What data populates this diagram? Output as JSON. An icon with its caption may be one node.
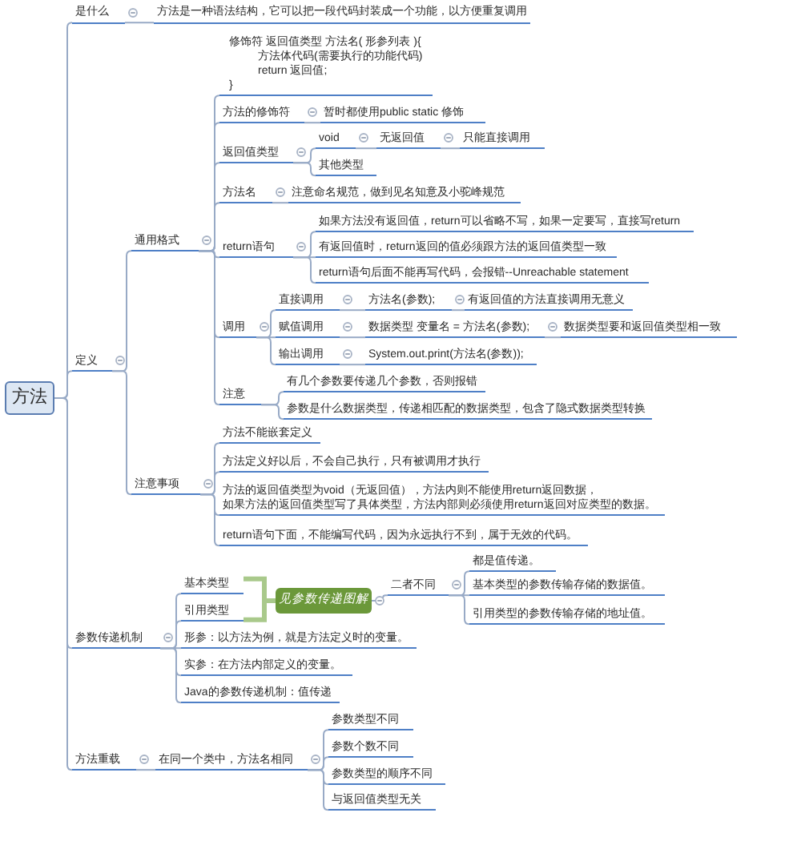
{
  "diagram": {
    "nodes": [
      {
        "text": [
          "方法"
        ]
      },
      {
        "text": [
          "是什么"
        ]
      },
      {
        "text": [
          "方法是一种语法结构，它可以把一段代码封装成一个功能，以方便重复调用"
        ]
      },
      {
        "text": [
          "定义"
        ]
      },
      {
        "text": [
          "通用格式"
        ]
      },
      {
        "text": [
          "修饰符 返回值类型 方法名( 形参列表 ){",
          "方法体代码(需要执行的功能代码)",
          "return 返回值;",
          "}"
        ]
      },
      {
        "text": [
          "方法的修饰符"
        ]
      },
      {
        "text": [
          "暂时都使用public static 修饰"
        ]
      },
      {
        "text": [
          "返回值类型"
        ]
      },
      {
        "text": [
          "void"
        ]
      },
      {
        "text": [
          "无返回值"
        ]
      },
      {
        "text": [
          "只能直接调用"
        ]
      },
      {
        "text": [
          "其他类型"
        ]
      },
      {
        "text": [
          "方法名"
        ]
      },
      {
        "text": [
          "注意命名规范，做到见名知意及小驼峰规范"
        ]
      },
      {
        "text": [
          "return语句"
        ]
      },
      {
        "text": [
          "如果方法没有返回值，return可以省略不写，如果一定要写，直接写return"
        ]
      },
      {
        "text": [
          "有返回值时，return返回的值必须跟方法的返回值类型一致"
        ]
      },
      {
        "text": [
          "return语句后面不能再写代码，会报错--Unreachable statement"
        ]
      },
      {
        "text": [
          "调用"
        ]
      },
      {
        "text": [
          "直接调用"
        ]
      },
      {
        "text": [
          "方法名(参数);"
        ]
      },
      {
        "text": [
          "有返回值的方法直接调用无意义"
        ]
      },
      {
        "text": [
          "赋值调用"
        ]
      },
      {
        "text": [
          "数据类型 变量名 = 方法名(参数);"
        ]
      },
      {
        "text": [
          "数据类型要和返回值类型相一致"
        ]
      },
      {
        "text": [
          "输出调用"
        ]
      },
      {
        "text": [
          "System.out.print(方法名(参数));"
        ]
      },
      {
        "text": [
          "注意"
        ]
      },
      {
        "text": [
          "有几个参数要传递几个参数，否则报错"
        ]
      },
      {
        "text": [
          "参数是什么数据类型，传递相匹配的数据类型，包含了隐式数据类型转换"
        ]
      },
      {
        "text": [
          "注意事项"
        ]
      },
      {
        "text": [
          "方法不能嵌套定义"
        ]
      },
      {
        "text": [
          "方法定义好以后，不会自己执行，只有被调用才执行"
        ]
      },
      {
        "text": [
          "方法的返回值类型为void（无返回值），方法内则不能使用return返回数据，",
          "如果方法的返回值类型写了具体类型，方法内部则必须使用return返回对应类型的数据。"
        ]
      },
      {
        "text": [
          "return语句下面，不能编写代码，因为永远执行不到，属于无效的代码。"
        ]
      },
      {
        "text": [
          "参数传递机制"
        ]
      },
      {
        "text": [
          "基本类型"
        ]
      },
      {
        "text": [
          "引用类型"
        ]
      },
      {
        "text": [
          "见参数传递图解"
        ]
      },
      {
        "text": [
          "二者不同"
        ]
      },
      {
        "text": [
          "都是值传递。"
        ]
      },
      {
        "text": [
          "基本类型的参数传输存储的数据值。"
        ]
      },
      {
        "text": [
          "引用类型的参数传输存储的地址值。"
        ]
      },
      {
        "text": [
          "形参：以方法为例，就是方法定义时的变量。"
        ]
      },
      {
        "text": [
          "实参：在方法内部定义的变量。"
        ]
      },
      {
        "text": [
          "Java的参数传递机制：值传递"
        ]
      },
      {
        "text": [
          "方法重载"
        ]
      },
      {
        "text": [
          "在同一个类中，方法名相同"
        ]
      },
      {
        "text": [
          "参数类型不同"
        ]
      },
      {
        "text": [
          "参数个数不同"
        ]
      },
      {
        "text": [
          "参数类型的顺序不同"
        ]
      },
      {
        "text": [
          "与返回值类型无关"
        ]
      }
    ],
    "edges": [
      {
        "from": 0,
        "to": 1,
        "arrow": "none"
      },
      {
        "from": 1,
        "to": 2,
        "arrow": "none"
      },
      {
        "from": 0,
        "to": 3,
        "arrow": "none"
      },
      {
        "from": 3,
        "to": 4,
        "arrow": "none"
      },
      {
        "from": 4,
        "to": 5,
        "arrow": "none"
      },
      {
        "from": 4,
        "to": 6,
        "arrow": "none"
      },
      {
        "from": 6,
        "to": 7,
        "arrow": "none"
      },
      {
        "from": 4,
        "to": 8,
        "arrow": "none"
      },
      {
        "from": 8,
        "to": 9,
        "arrow": "none"
      },
      {
        "from": 9,
        "to": 10,
        "arrow": "none"
      },
      {
        "from": 10,
        "to": 11,
        "arrow": "none"
      },
      {
        "from": 8,
        "to": 12,
        "arrow": "none"
      },
      {
        "from": 4,
        "to": 13,
        "arrow": "none"
      },
      {
        "from": 13,
        "to": 14,
        "arrow": "none"
      },
      {
        "from": 4,
        "to": 15,
        "arrow": "none"
      },
      {
        "from": 15,
        "to": 16,
        "arrow": "none"
      },
      {
        "from": 15,
        "to": 17,
        "arrow": "none"
      },
      {
        "from": 15,
        "to": 18,
        "arrow": "none"
      },
      {
        "from": 4,
        "to": 19,
        "arrow": "none"
      },
      {
        "from": 19,
        "to": 20,
        "arrow": "none"
      },
      {
        "from": 20,
        "to": 21,
        "arrow": "none"
      },
      {
        "from": 21,
        "to": 22,
        "arrow": "none"
      },
      {
        "from": 19,
        "to": 23,
        "arrow": "none"
      },
      {
        "from": 23,
        "to": 24,
        "arrow": "none"
      },
      {
        "from": 24,
        "to": 25,
        "arrow": "none"
      },
      {
        "from": 19,
        "to": 26,
        "arrow": "none"
      },
      {
        "from": 26,
        "to": 27,
        "arrow": "none"
      },
      {
        "from": 4,
        "to": 28,
        "arrow": "none"
      },
      {
        "from": 28,
        "to": 29,
        "arrow": "none"
      },
      {
        "from": 28,
        "to": 30,
        "arrow": "none"
      },
      {
        "from": 3,
        "to": 31,
        "arrow": "none"
      },
      {
        "from": 31,
        "to": 32,
        "arrow": "none"
      },
      {
        "from": 31,
        "to": 33,
        "arrow": "none"
      },
      {
        "from": 31,
        "to": 34,
        "arrow": "none"
      },
      {
        "from": 31,
        "to": 35,
        "arrow": "none"
      },
      {
        "from": 0,
        "to": 36,
        "arrow": "none"
      },
      {
        "from": 36,
        "to": 37,
        "arrow": "none"
      },
      {
        "from": 36,
        "to": 38,
        "arrow": "none"
      },
      {
        "from": 37,
        "to": 39,
        "arrow": "none",
        "style": "thick",
        "color": "#a9c98b"
      },
      {
        "from": 38,
        "to": 39,
        "arrow": "none",
        "style": "thick",
        "color": "#a9c98b"
      },
      {
        "from": 39,
        "to": 40,
        "arrow": "none"
      },
      {
        "from": 40,
        "to": 41,
        "arrow": "none"
      },
      {
        "from": 40,
        "to": 42,
        "arrow": "none"
      },
      {
        "from": 40,
        "to": 43,
        "arrow": "none"
      },
      {
        "from": 36,
        "to": 44,
        "arrow": "none"
      },
      {
        "from": 36,
        "to": 45,
        "arrow": "none"
      },
      {
        "from": 36,
        "to": 46,
        "arrow": "none"
      },
      {
        "from": 0,
        "to": 47,
        "arrow": "none"
      },
      {
        "from": 47,
        "to": 48,
        "arrow": "none"
      },
      {
        "from": 48,
        "to": 49,
        "arrow": "none"
      },
      {
        "from": 48,
        "to": 50,
        "arrow": "none"
      },
      {
        "from": 48,
        "to": 51,
        "arrow": "none"
      },
      {
        "from": 48,
        "to": 52,
        "arrow": "none"
      }
    ]
  }
}
